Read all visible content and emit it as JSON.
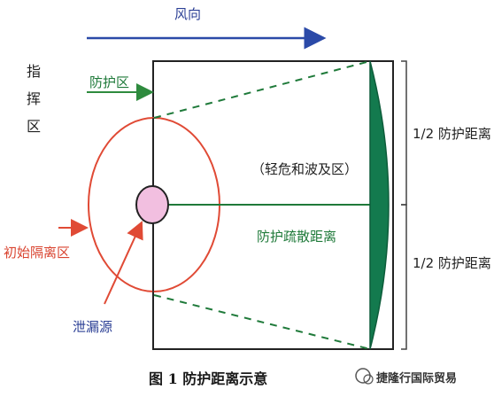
{
  "labels": {
    "wind_direction": "风向",
    "command_area_line1": "指",
    "command_area_line2": "挥",
    "command_area_line3": "区",
    "protection_zone": "防护区",
    "light_hazard_zone": "（轻危和波及区）",
    "initial_isolation_zone": "初始隔离区",
    "protective_action_distance": "防护疏散距离",
    "half_protection_upper": "1/2 防护距离",
    "half_protection_lower": "1/2 防护距离",
    "leak_source": "泄漏源"
  },
  "caption": {
    "text": "图 1   防护距离示意"
  },
  "watermark": {
    "text": "捷隆行国际贸易"
  },
  "colors": {
    "wind_arrow": "#2b4aa8",
    "zone_frame": "#222222",
    "protection_arrow": "#2e8b3e",
    "isolation_circle": "#e04a35",
    "leak_source_fill": "#f2bfe0",
    "dashed_line": "#1f7a3a",
    "downwind_arc": "#137a4e"
  }
}
